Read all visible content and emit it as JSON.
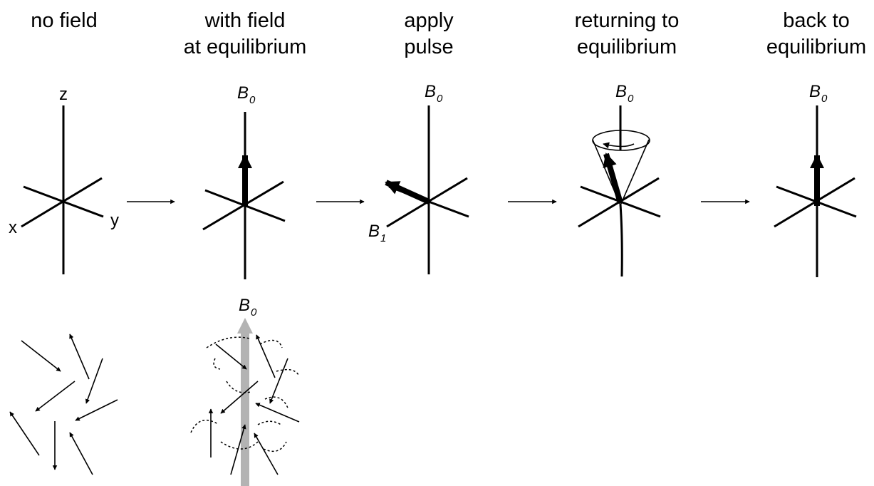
{
  "panels": [
    {
      "title_line1": "no field",
      "title_line2": ""
    },
    {
      "title_line1": "with field",
      "title_line2": "at equilibrium"
    },
    {
      "title_line1": "apply",
      "title_line2": "pulse"
    },
    {
      "title_line1": "returning to",
      "title_line2": "equilibrium"
    },
    {
      "title_line1": "back to",
      "title_line2": "equilibrium"
    }
  ],
  "axis_labels": {
    "z": "z",
    "x": "x",
    "y": "y"
  },
  "field_labels": {
    "b0_base": "B",
    "b0_sub": "0",
    "b1_base": "B",
    "b1_sub": "1"
  },
  "colors": {
    "ink": "#000000",
    "field_arrow": "#b3b3b3",
    "background": "#ffffff"
  }
}
